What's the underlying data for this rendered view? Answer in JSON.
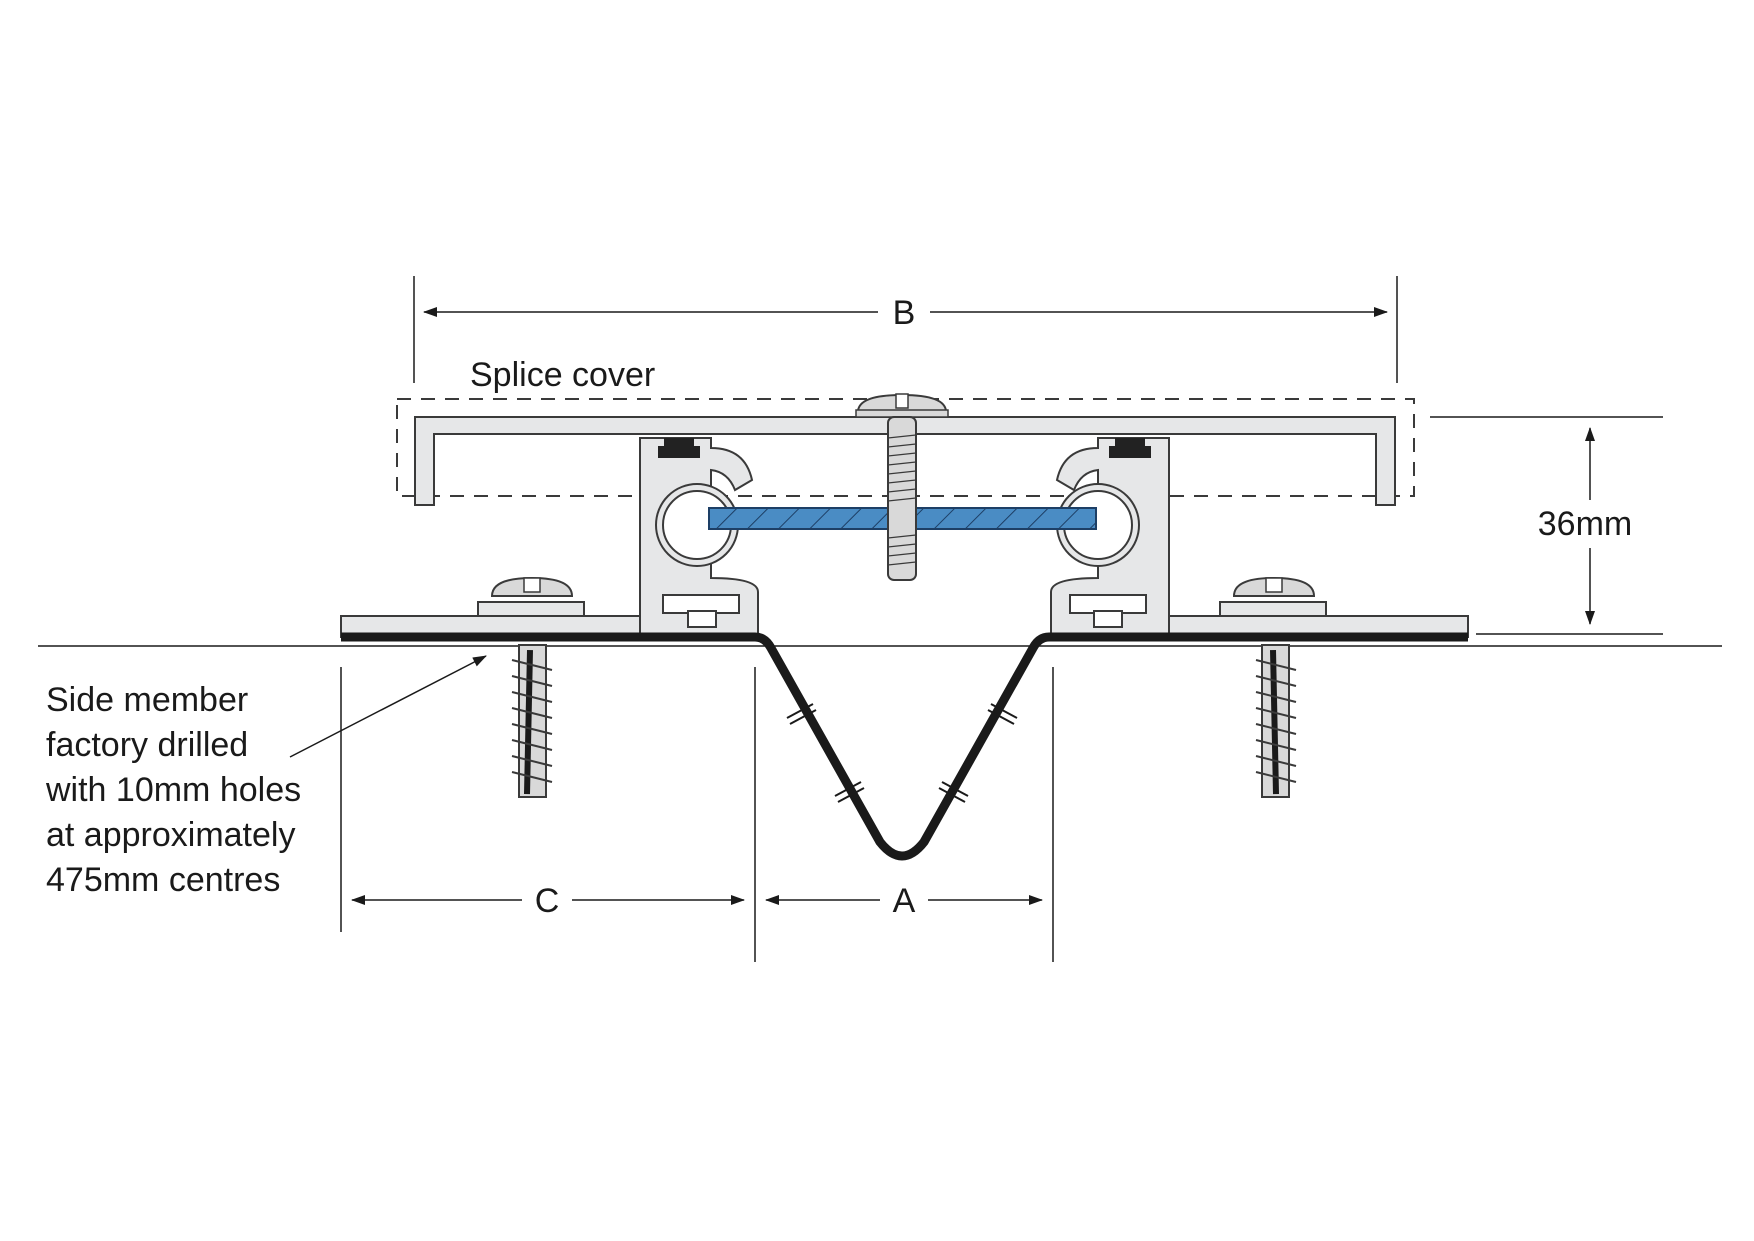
{
  "labels": {
    "dimension_b": "B",
    "dimension_a": "A",
    "dimension_c": "C",
    "height": "36mm",
    "splice_cover": "Splice cover"
  },
  "note_lines": [
    "Side member",
    "factory drilled",
    "with 10mm holes",
    "at approximately",
    "475mm centres"
  ],
  "colors": {
    "aluminium": "#e6e7e8",
    "outline": "#3a3a3a",
    "rubber": "#1a1a1a",
    "splice_plate": "#4a8cc4",
    "screw": "#d9d9d9"
  }
}
